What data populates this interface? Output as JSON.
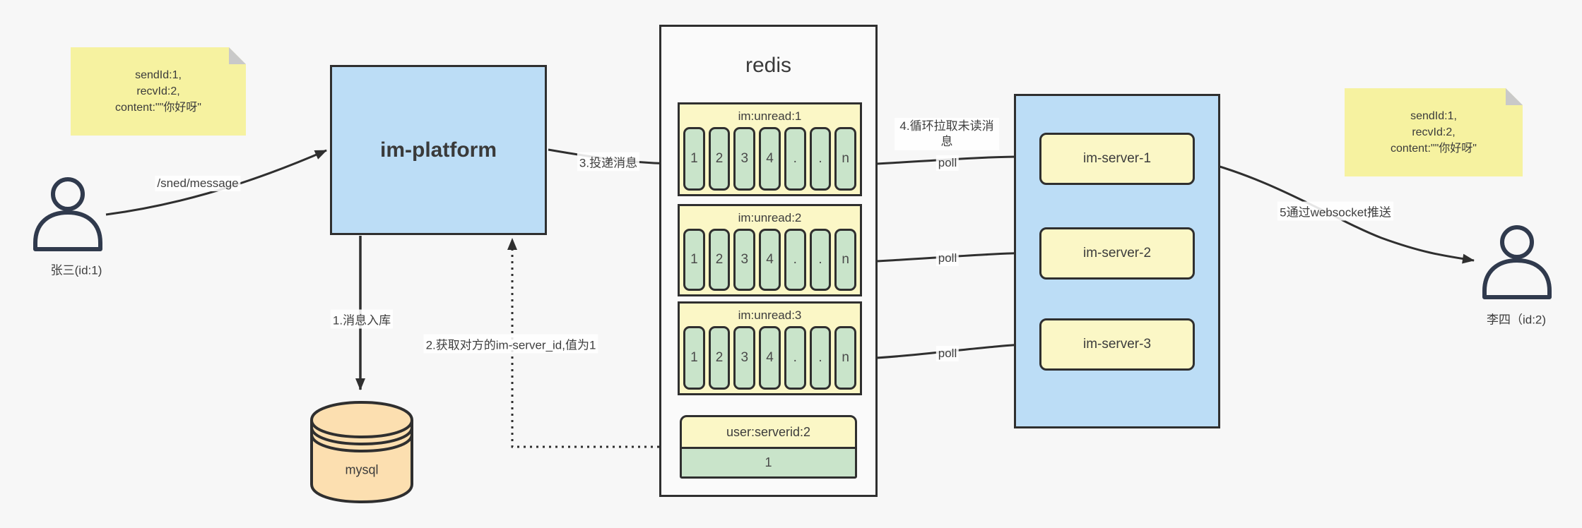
{
  "notes": {
    "left": {
      "lines": [
        "sendId:1,",
        "recvId:2,",
        "content:\"\"你好呀\""
      ]
    },
    "right": {
      "lines": [
        "sendId:1,",
        "recvId:2,",
        "content:\"\"你好呀\""
      ]
    }
  },
  "actors": {
    "sender": {
      "label": "张三(id:1)"
    },
    "receiver": {
      "label": "李四（id:2)"
    }
  },
  "platform": {
    "label": "im-platform"
  },
  "mysql": {
    "label": "mysql"
  },
  "redis": {
    "title": "redis",
    "queues": [
      {
        "label": "im:unread:1",
        "cells": [
          "1",
          "2",
          "3",
          "4",
          ".",
          ".",
          "n"
        ]
      },
      {
        "label": "im:unread:2",
        "cells": [
          "1",
          "2",
          "3",
          "4",
          ".",
          ".",
          "n"
        ]
      },
      {
        "label": "im:unread:3",
        "cells": [
          "1",
          "2",
          "3",
          "4",
          ".",
          ".",
          "n"
        ]
      }
    ],
    "kv": {
      "label": "user:serverid:2",
      "value": "1"
    }
  },
  "servers": {
    "items": [
      {
        "label": "im-server-1"
      },
      {
        "label": "im-server-2"
      },
      {
        "label": "im-server-3"
      }
    ]
  },
  "edges": {
    "send": "/sned/message",
    "step1": "1.消息入库",
    "step2": "2.获取对方的im-server_id,值为1",
    "step3": "3.投递消息",
    "step4": "4.循环拉取未读消息",
    "step5": "5通过websocket推送",
    "poll": "poll"
  },
  "colors": {
    "page-bg": "#f7f7f7",
    "line-dark": "#2f2f2f",
    "note-yellow": "#f6f2a0",
    "note-fold": "#c9c9c9",
    "box-blue": "#bcddf6",
    "queue-yellow": "#fbf7c6",
    "cell-green": "#c9e4ca",
    "mysql-tan": "#fcdfb0",
    "redis-bg": "#fafafa",
    "person": "#303a4d"
  }
}
